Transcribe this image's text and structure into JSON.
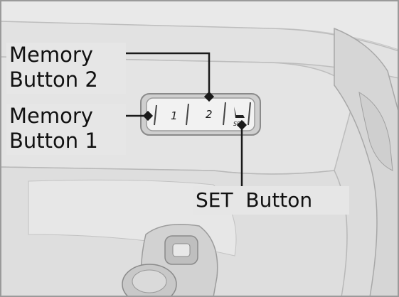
{
  "callouts": {
    "memory_button_2": {
      "line1": "Memory",
      "line2": "Button 2"
    },
    "memory_button_1": {
      "line1": "Memory",
      "line2": "Button 1"
    },
    "set_button": "SET  Button"
  },
  "panel_buttons": {
    "button_1": "1",
    "button_2": "2",
    "set": "SET"
  },
  "colors": {
    "illustration_gray": "#e3e3e3",
    "line": "#1a1a1a",
    "callout_bg": "#e6e6e6"
  }
}
